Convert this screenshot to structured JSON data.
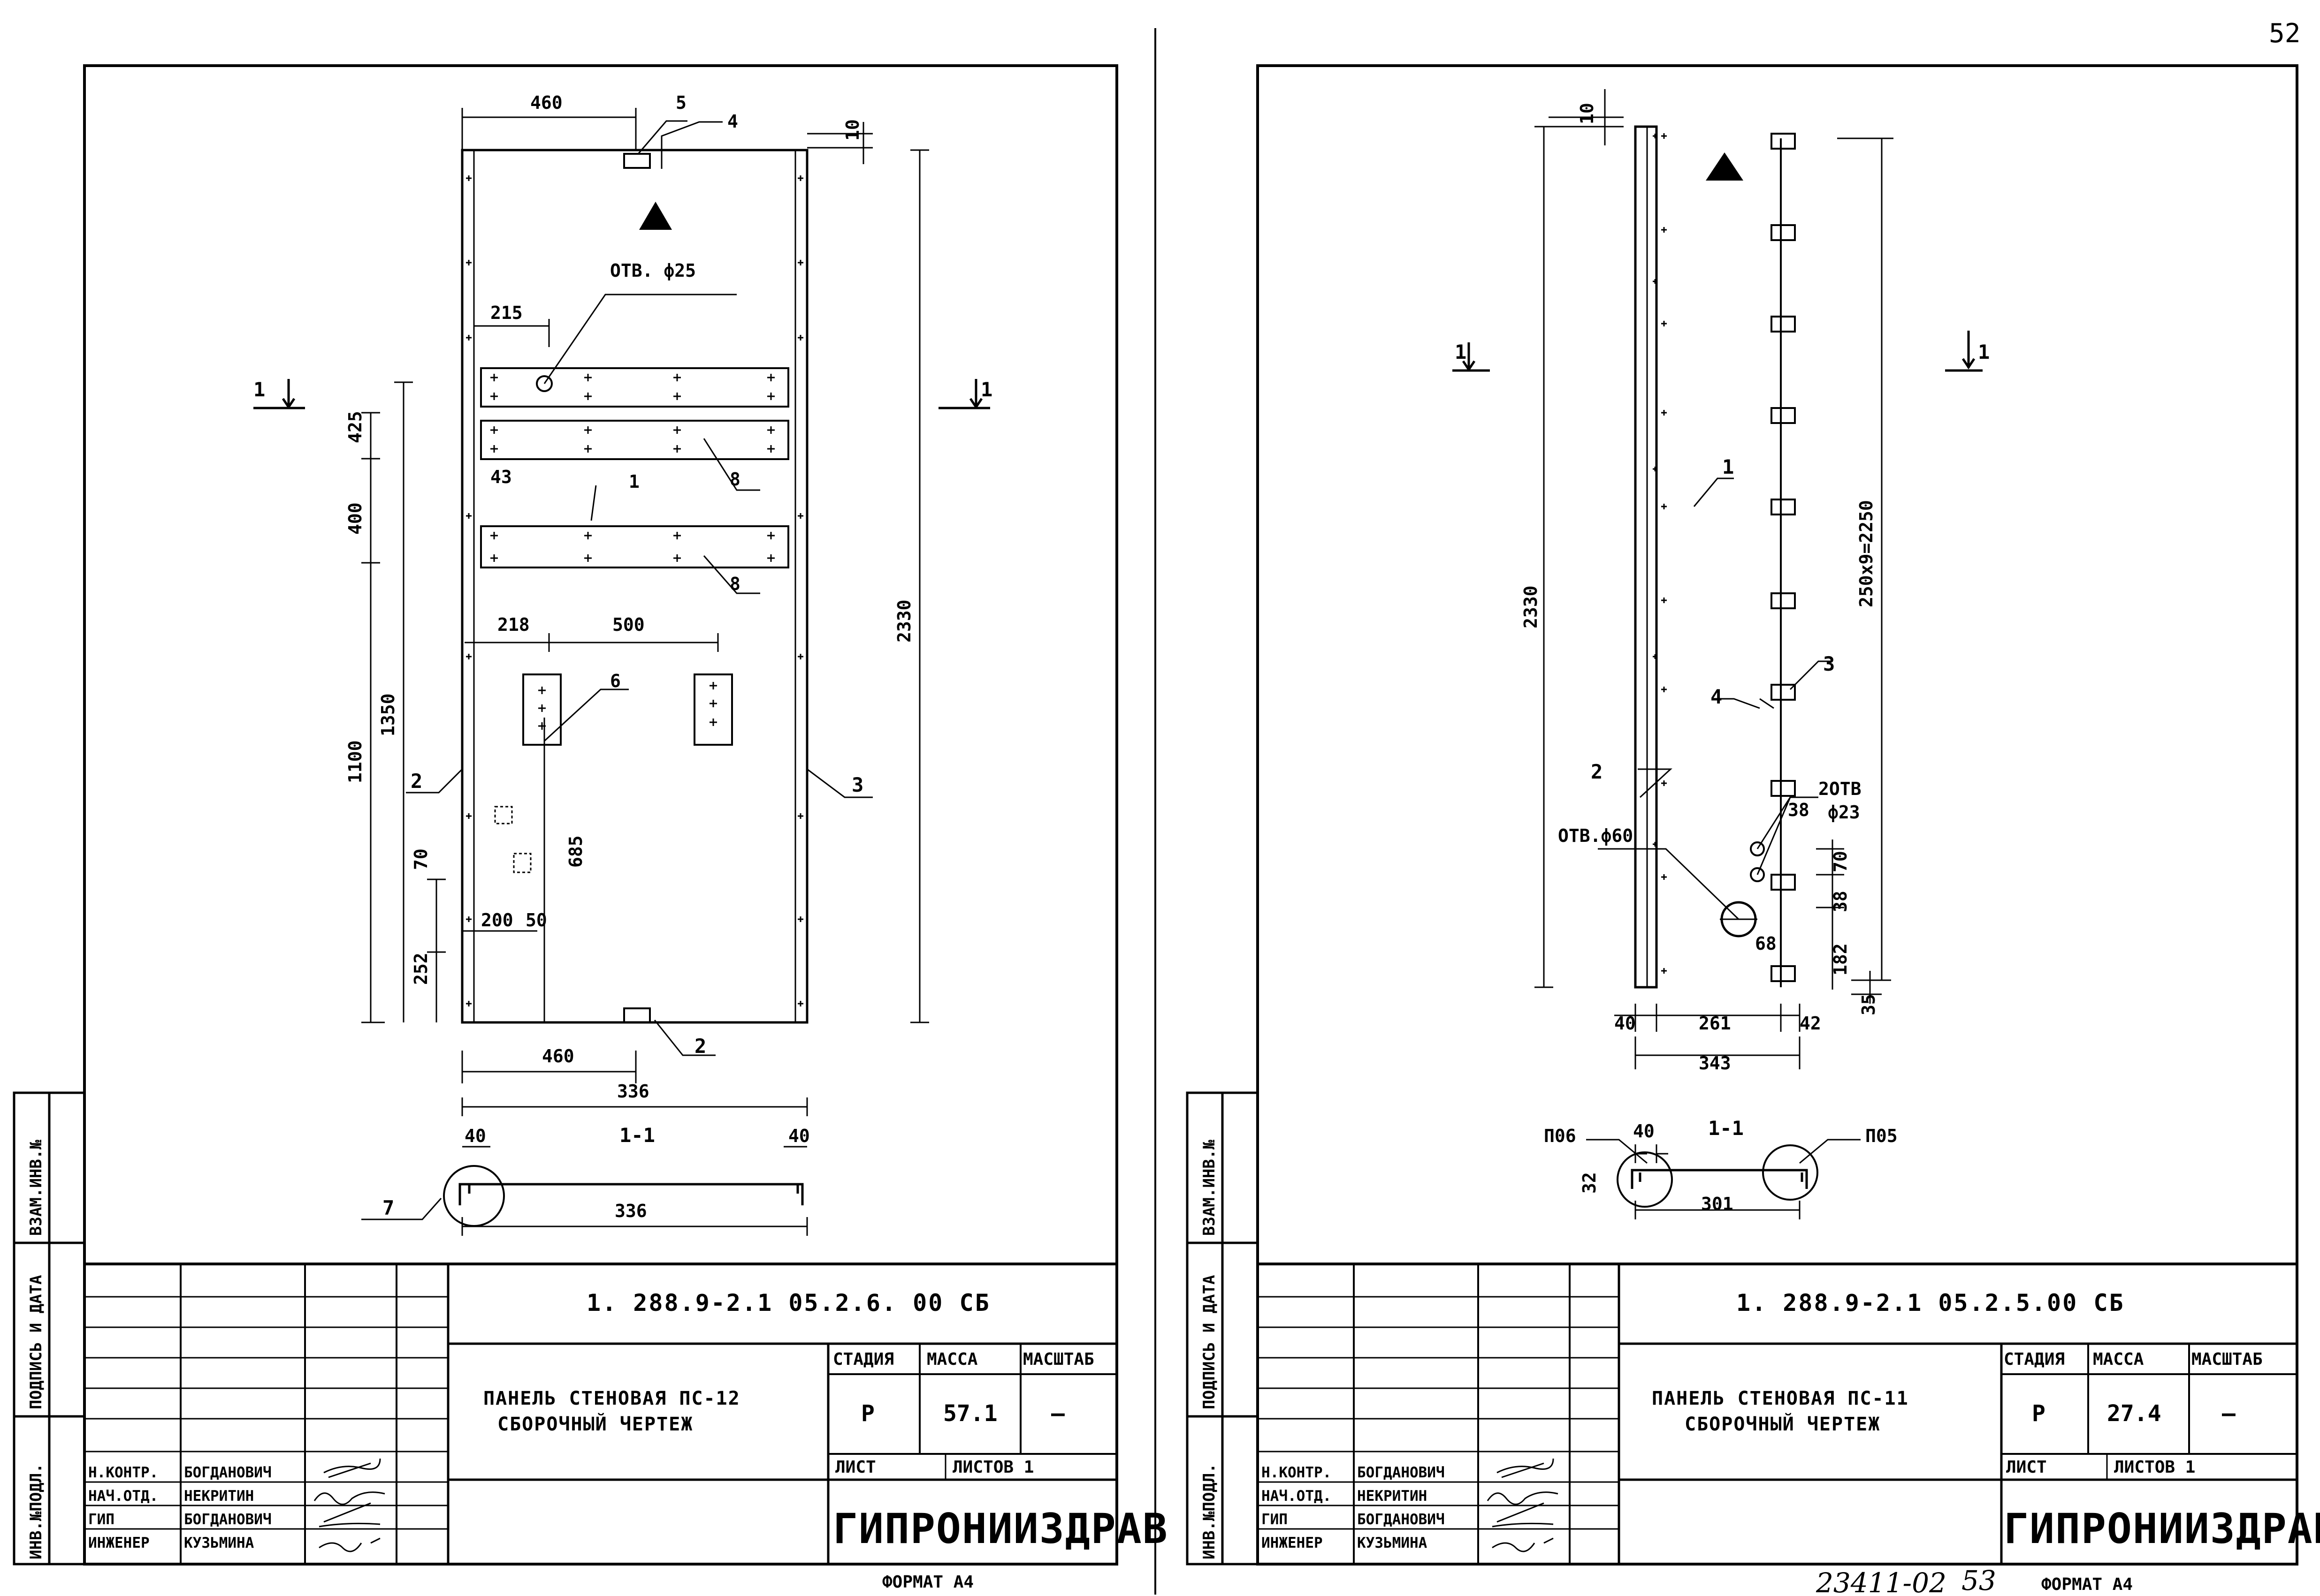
{
  "page_number": "52",
  "bottom_note": {
    "doc_number": "23411-02",
    "page": "53"
  },
  "sheets": [
    {
      "doc_code": "1. 288.9-2.1   05.2.6. 00 СБ",
      "title_line1": "ПАНЕЛЬ СТЕНОВАЯ ПС-12",
      "title_line2": "СБОРОЧНЫЙ ЧЕРТЕЖ",
      "stage_head": "СТАДИЯ",
      "mass_head": "МАССА",
      "scale_head": "МАСШТАБ",
      "stage": "Р",
      "mass": "57.1",
      "scale": "—",
      "sheet_label": "ЛИСТ",
      "sheets_label": "ЛИСТОВ 1",
      "org": "ГИПРОНИИЗДРАВ",
      "format": "ФОРМАТ А4",
      "side_labels": [
        "ИНВ.№ПОДЛ.",
        "ПОДПИСЬ И ДАТА",
        "ВЗАМ.ИНВ.№"
      ],
      "roles": [
        {
          "role": "Н.КОНТР.",
          "name": "БОГДАНОВИЧ"
        },
        {
          "role": "НАЧ.ОТД.",
          "name": "НЕКРИТИН"
        },
        {
          "role": "ГИП",
          "name": "БОГДАНОВИЧ"
        },
        {
          "role": "ИНЖЕНЕР",
          "name": "КУЗЬМИНА"
        }
      ],
      "dims": {
        "d460_top": "460",
        "d460_bot": "460",
        "d10": "10",
        "d215": "215",
        "d43": "43",
        "d218": "218",
        "d500": "500",
        "d425": "425",
        "d400": "400",
        "d1350": "1350",
        "d1100": "1100",
        "d70": "70",
        "d252": "252",
        "d685": "685",
        "d200": "200",
        "d50": "50",
        "d2330": "2330",
        "d336a": "336",
        "d336b": "336",
        "d40a": "40",
        "d40b": "40"
      },
      "callouts": {
        "c5": "5",
        "c4": "4",
        "c1": "1",
        "c8a": "8",
        "c8b": "8",
        "c6": "6",
        "c2a": "2",
        "c2b": "2",
        "c3": "3",
        "c7": "7"
      },
      "hole_note": "ОТВ. ф25",
      "section_mark": "1",
      "section_label": "1-1"
    },
    {
      "doc_code": "1. 288.9-2.1   05.2.5.00 СБ",
      "title_line1": "ПАНЕЛЬ СТЕНОВАЯ ПС-11",
      "title_line2": "СБОРОЧНЫЙ ЧЕРТЕЖ",
      "stage_head": "СТАДИЯ",
      "mass_head": "МАССА",
      "scale_head": "МАСШТАБ",
      "stage": "Р",
      "mass": "27.4",
      "scale": "—",
      "sheet_label": "ЛИСТ",
      "sheets_label": "ЛИСТОВ 1",
      "org": "ГИПРОНИИЗДРАВ",
      "format": "ФОРМАТ А4",
      "side_labels": [
        "ИНВ.№ПОДЛ.",
        "ПОДПИСЬ И ДАТА",
        "ВЗАМ.ИНВ.№"
      ],
      "roles": [
        {
          "role": "Н.КОНТР.",
          "name": "БОГДАНОВИЧ"
        },
        {
          "role": "НАЧ.ОТД.",
          "name": "НЕКРИТИН"
        },
        {
          "role": "ГИП",
          "name": "БОГДАНОВИЧ"
        },
        {
          "role": "ИНЖЕНЕР",
          "name": "КУЗЬМИНА"
        }
      ],
      "dims": {
        "d10": "10",
        "d2330": "2330",
        "d2250": "250х9=2250",
        "d38a": "38",
        "d38b": "38",
        "d70": "70",
        "d182": "182",
        "d68": "68",
        "d35": "35",
        "d40": "40",
        "d261": "261",
        "d42": "42",
        "d343": "343",
        "d40s": "40",
        "d32": "32",
        "d301": "301"
      },
      "callouts": {
        "c1": "1",
        "c2": "2",
        "c3": "3",
        "c4": "4"
      },
      "hole_note_1": "ОТВ.ф60",
      "hole_note_2a": "2ОТВ",
      "hole_note_2b": "ф23",
      "section_mark": "1",
      "section_label": "1-1",
      "node_a": "П06",
      "node_b": "П05"
    }
  ]
}
